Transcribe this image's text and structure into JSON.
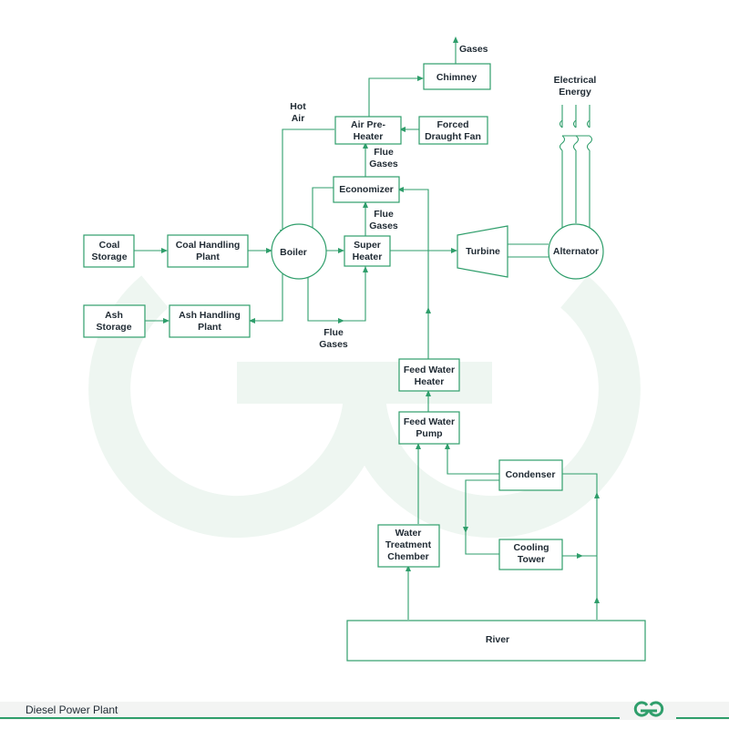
{
  "nodes": {
    "gases_top": "Gases",
    "chimney": "Chimney",
    "electrical_1": "Electrical",
    "electrical_2": "Energy",
    "hot_air_1": "Hot",
    "hot_air_2": "Air",
    "air_preheater_1": "Air Pre-",
    "air_preheater_2": "Heater",
    "fdf_1": "Forced",
    "fdf_2": "Draught Fan",
    "flue1_1": "Flue",
    "flue1_2": "Gases",
    "economizer": "Economizer",
    "flue2_1": "Flue",
    "flue2_2": "Gases",
    "coal_storage_1": "Coal",
    "coal_storage_2": "Storage",
    "chp_1": "Coal Handling",
    "chp_2": "Plant",
    "boiler": "Boiler",
    "superheater_1": "Super",
    "superheater_2": "Heater",
    "turbine": "Turbine",
    "alternator": "Alternator",
    "ash_storage_1": "Ash",
    "ash_storage_2": "Storage",
    "ahp_1": "Ash Handling",
    "ahp_2": "Plant",
    "flue3_1": "Flue",
    "flue3_2": "Gases",
    "fwh_1": "Feed Water",
    "fwh_2": "Heater",
    "fwp_1": "Feed Water",
    "fwp_2": "Pump",
    "condenser": "Condenser",
    "wtc_1": "Water",
    "wtc_2": "Treatment",
    "wtc_3": "Chember",
    "cooling_1": "Cooling",
    "cooling_2": "Tower",
    "river": "River"
  },
  "footer": {
    "caption": "Diesel Power Plant"
  },
  "colors": {
    "accent": "#2f9e6b",
    "text": "#1f2a33",
    "watermark": "#eef6f1"
  }
}
